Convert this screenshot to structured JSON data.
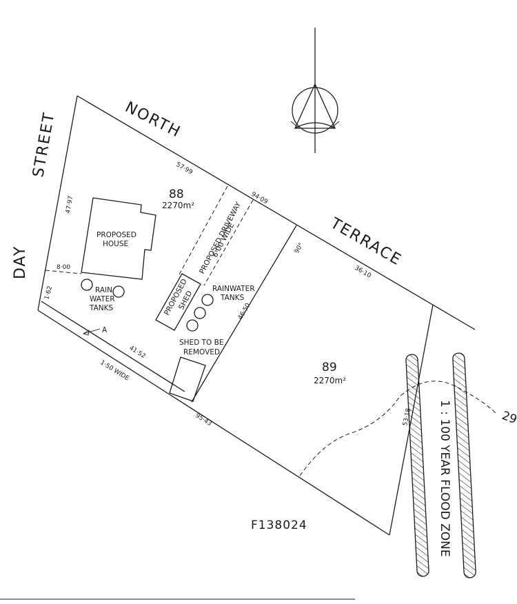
{
  "streets": {
    "day": "DAY",
    "street": "STREET",
    "north": "NORTH",
    "terrace": "TERRACE"
  },
  "lot88": {
    "number": "88",
    "area": "2270m²",
    "house_line1": "PROPOSED",
    "house_line2": "HOUSE",
    "driveway_line1": "PROPOSED DRIVEWAY",
    "driveway_line2": "6·00 WIDE",
    "shed_line1": "PROPOSED",
    "shed_line2": "SHED",
    "rain_tanks_line1": "RAIN",
    "rain_tanks_line2": "WATER",
    "rain_tanks_line3": "TANKS",
    "rainwater_tanks_line1": "RAINWATER",
    "rainwater_tanks_line2": "TANKS",
    "shed_removed_line1": "SHED TO BE",
    "shed_removed_line2": "REMOVED"
  },
  "lot89": {
    "number": "89",
    "area": "2270m²"
  },
  "dimensions": {
    "north_boundary": "57·99",
    "terrace_boundary_a": "94·09",
    "terrace_boundary_b": "36·10",
    "day_street_boundary": "47·97",
    "house_setback": "8·00",
    "corner_offset": "1·62",
    "easement_length": "41·52",
    "easement_width": "1·50 WIDE",
    "south_boundary": "95·43",
    "lot_division": "46·50",
    "east_boundary": "53·18",
    "corner_angle": "90°"
  },
  "section_marker": "A",
  "flood_zone": "1 : 100 YEAR FLOOD ZONE",
  "contour_label": "29",
  "reference": "F138024"
}
